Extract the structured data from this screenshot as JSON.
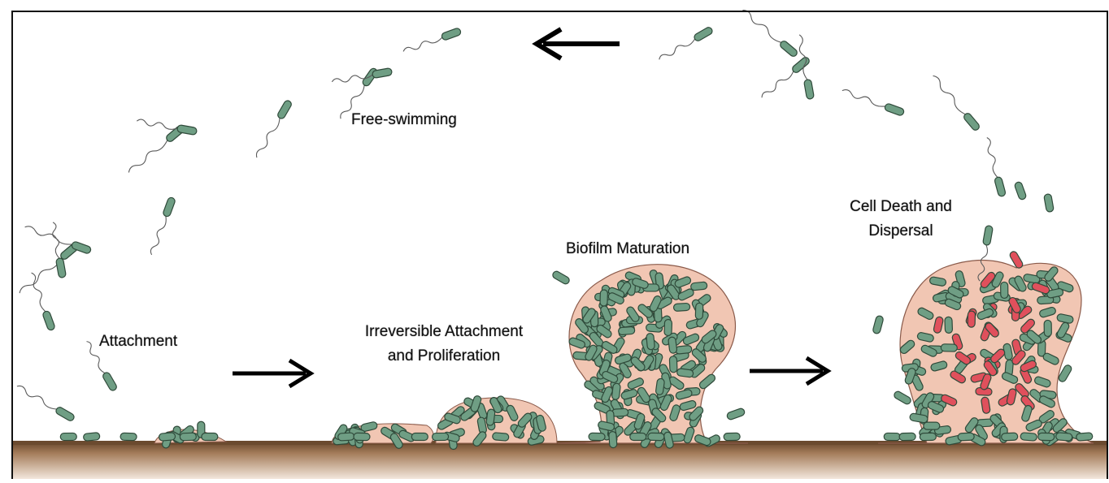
{
  "labels": {
    "free_swimming": "Free-swimming",
    "attachment": "Attachment",
    "irreversible_line1": "Irreversible Attachment",
    "irreversible_line2": "and Proliferation",
    "maturation": "Biofilm Maturation",
    "death_line1": "Cell Death and",
    "death_line2": "Dispersal"
  },
  "colors": {
    "cell_green": "#6f9e84",
    "cell_outline": "#2f4a3a",
    "matrix": "#f1c6b3",
    "dead_cell": "#e0505c",
    "surface": "#7a5a3e"
  }
}
